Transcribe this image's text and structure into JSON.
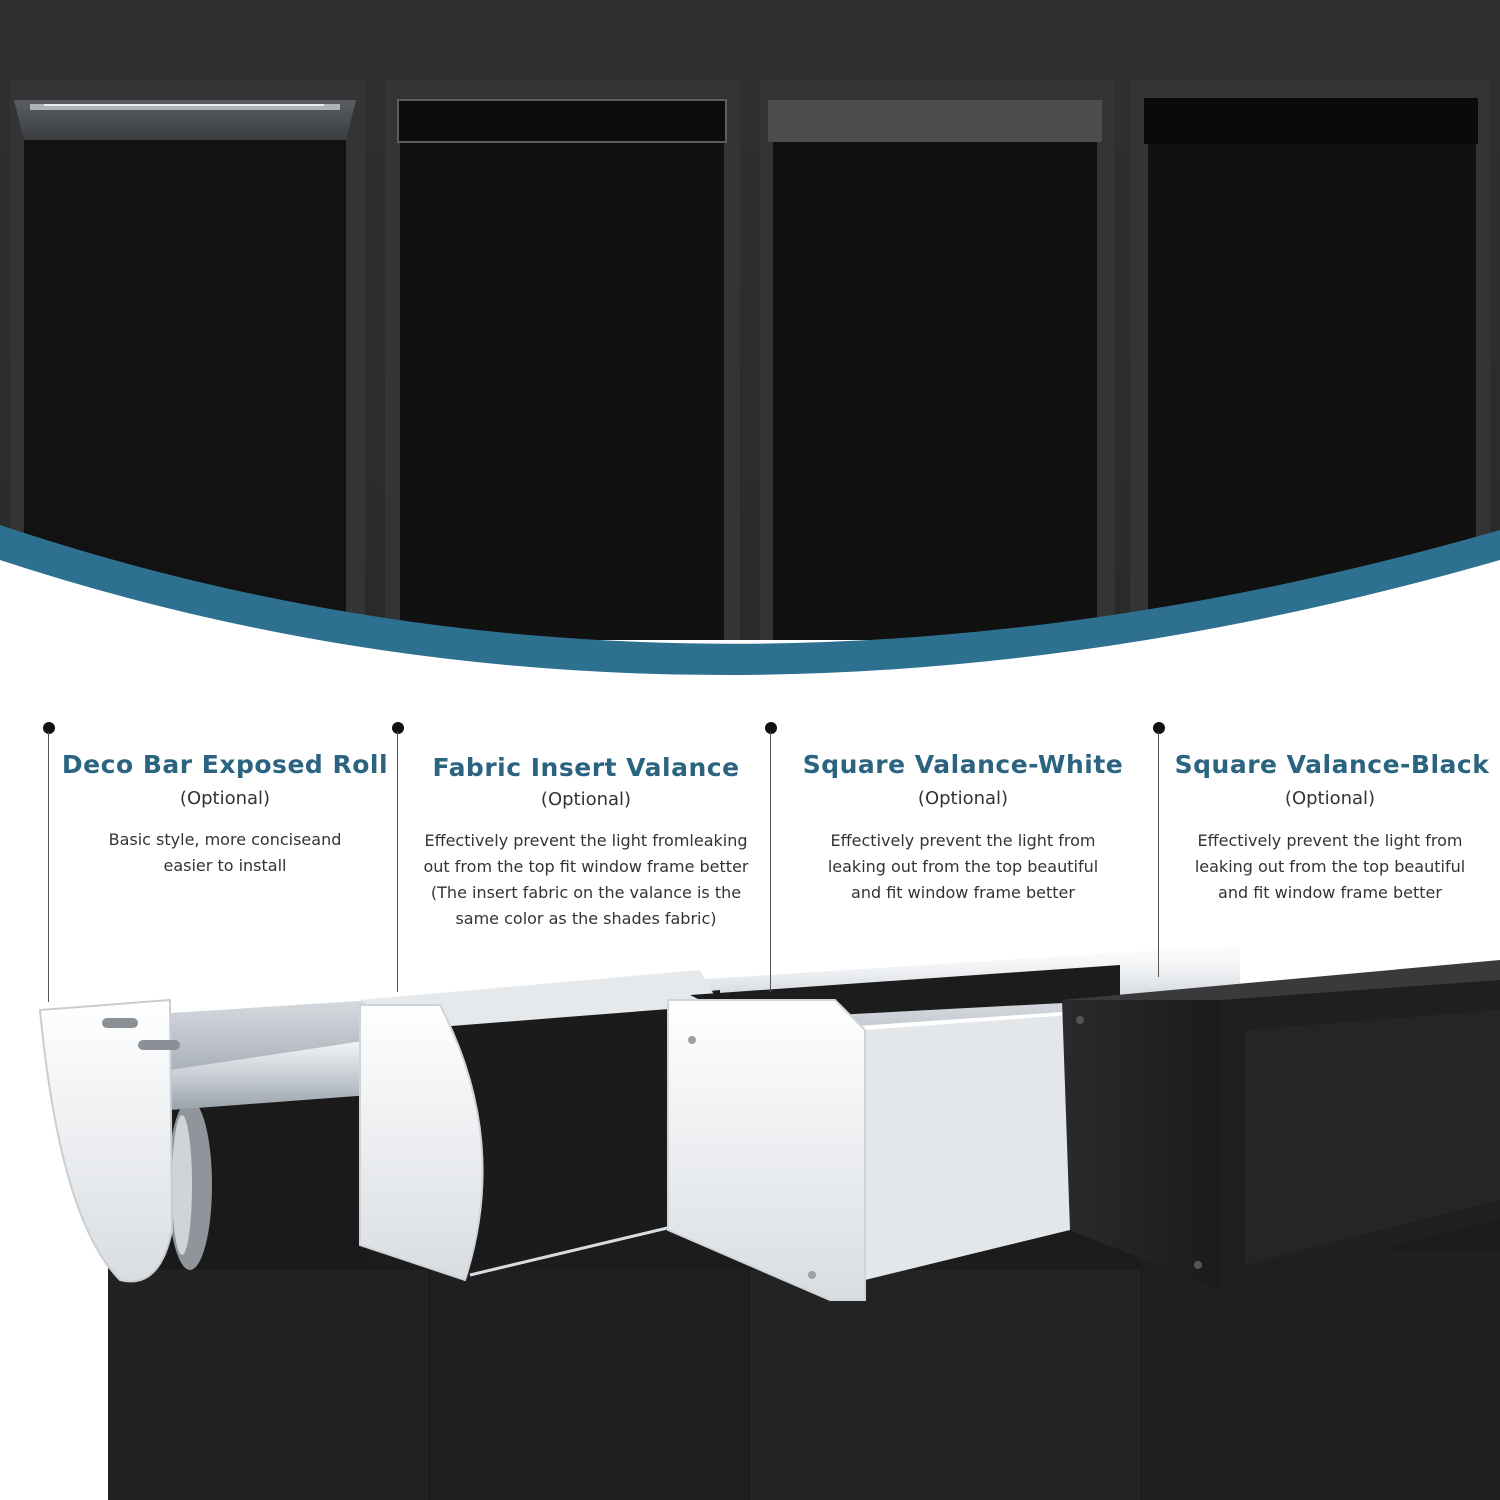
{
  "colors": {
    "accent": "#2e7090",
    "title": "#2a6480",
    "shade_fabric": "#1a1a1a",
    "wall": "#2e2e2e"
  },
  "options": [
    {
      "title": "Deco Bar Exposed Roll",
      "optional_label": "(Optional)",
      "description_lines": [
        "Basic style, more conciseand",
        "easier to install"
      ]
    },
    {
      "title": "Fabric Insert Valance",
      "optional_label": "(Optional)",
      "description_lines": [
        "Effectively prevent the light fromleaking",
        "out from the top fit window frame better",
        "(The insert fabric on the valance is the",
        "same color as the shades fabric)"
      ]
    },
    {
      "title": "Square Valance-White",
      "optional_label": "(Optional)",
      "description_lines": [
        "Effectively prevent the light from",
        "leaking out from the top beautiful",
        "and fit window frame better"
      ]
    },
    {
      "title": "Square Valance-Black",
      "optional_label": "(Optional)",
      "description_lines": [
        "Effectively prevent the light from",
        "leaking out from the top beautiful",
        "and fit window frame better"
      ]
    }
  ]
}
